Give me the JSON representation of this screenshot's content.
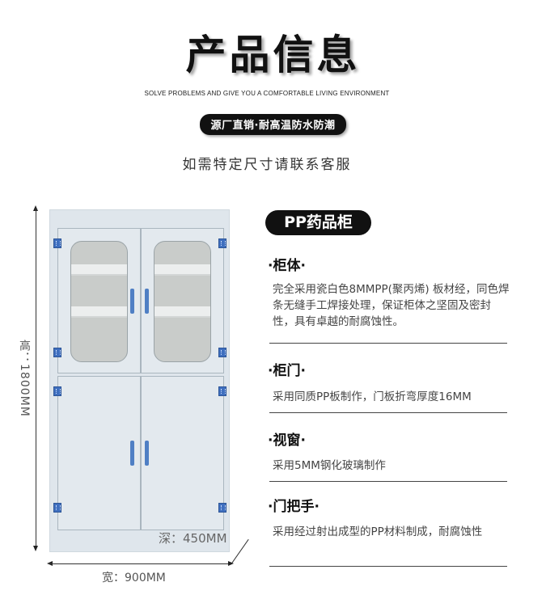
{
  "header": {
    "title": "产品信息",
    "subtitle_en": "SOLVE PROBLEMS AND GIVE YOU A COMFORTABLE LIVING ENVIRONMENT",
    "tagline_pill": "源厂直销·耐高温防水防潮",
    "custom_note": "如需特定尺寸请联系客服"
  },
  "dimensions": {
    "height": "高：1800MM",
    "width": "宽：900MM",
    "depth": "深：450MM"
  },
  "product": {
    "name": "PP药品柜",
    "sections": [
      {
        "title": "·柜体·",
        "body": "完全采用瓷白色8MMPP(聚丙烯) 板材经，同色焊条无缝手工焊接处理，保证柜体之坚固及密封性，具有卓越的耐腐蚀性。"
      },
      {
        "title": "·柜门·",
        "body": "采用同质PP板制作，门板折弯厚度16MM"
      },
      {
        "title": "·视窗·",
        "body": "采用5MM钢化玻璃制作"
      },
      {
        "title": "·门把手·",
        "body": "采用经过射出成型的PP材料制成，耐腐蚀性"
      }
    ]
  },
  "colors": {
    "pill_bg": "#111111",
    "cabinet_body": "#dfe6ec",
    "hinge_handle_blue": "#4f7fc4"
  }
}
